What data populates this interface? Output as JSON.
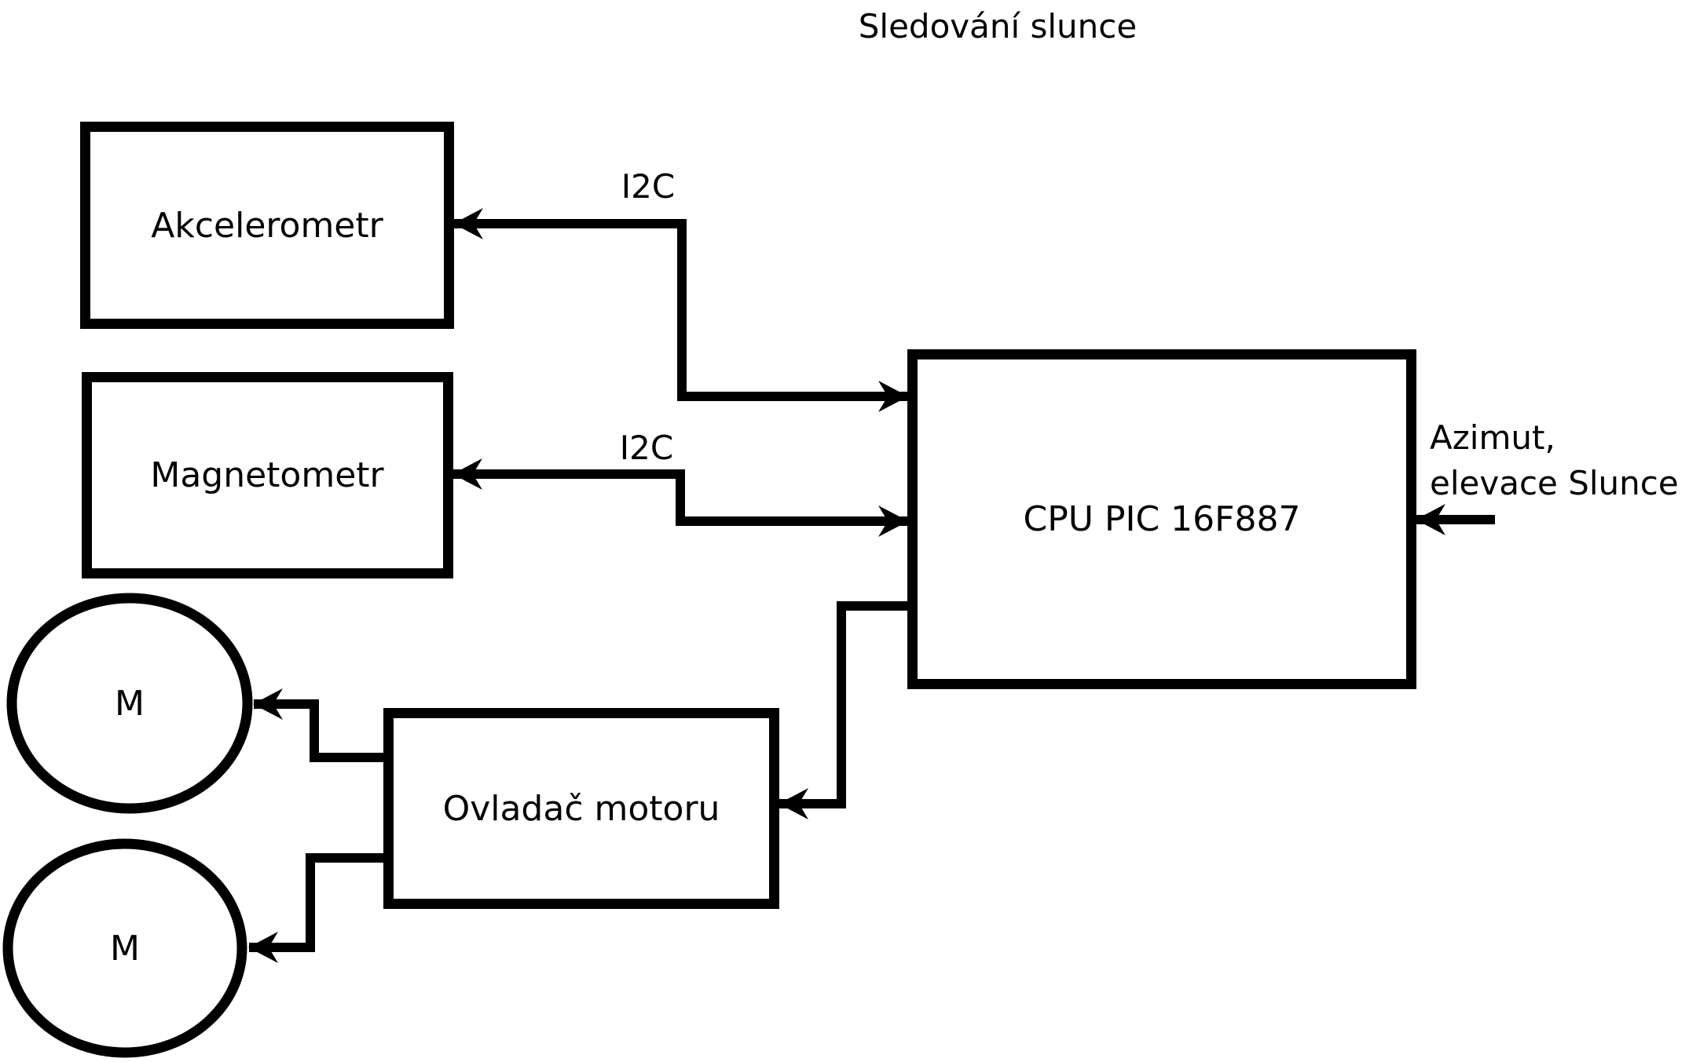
{
  "canvas": {
    "background": "#ffffff",
    "ink": "#000000"
  },
  "diagram": {
    "title": "Sledování slunce",
    "nodes": {
      "akcelerometr": {
        "label": "Akcelerometr",
        "shape": "rect"
      },
      "magnetometr": {
        "label": "Magnetometr",
        "shape": "rect"
      },
      "cpu": {
        "label": "CPU PIC 16F887",
        "shape": "rect"
      },
      "motor_controller": {
        "label": "Ovladač motoru",
        "shape": "rect"
      },
      "motor_top": {
        "label": "M",
        "shape": "ellipse"
      },
      "motor_bottom": {
        "label": "M",
        "shape": "ellipse"
      }
    },
    "edge_labels": {
      "i2c_akcelerometr": "I2C",
      "i2c_magnetometr": "I2C"
    },
    "external_input": {
      "line1": "Azimut,",
      "line2": "elevace Slunce"
    }
  }
}
